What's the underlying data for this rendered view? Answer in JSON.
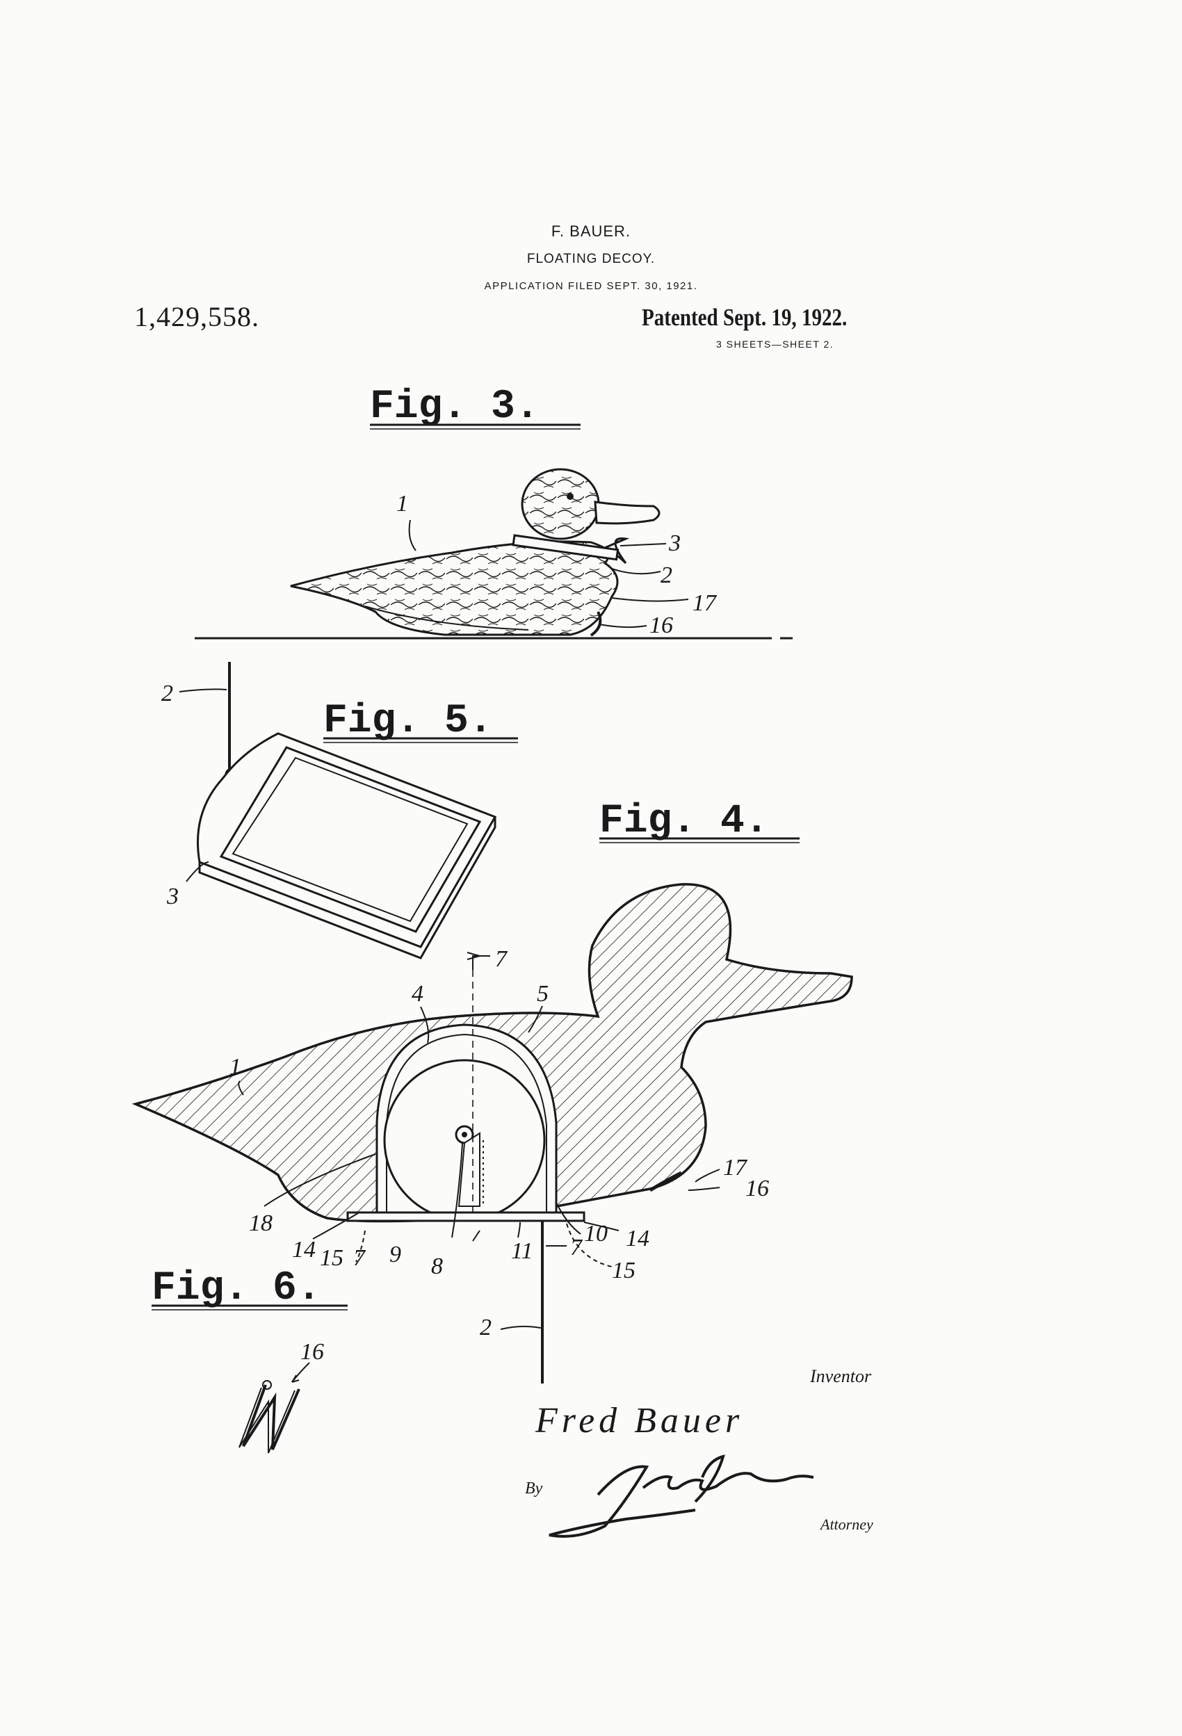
{
  "header": {
    "inventor": "F. BAUER.",
    "title": "FLOATING DECOY.",
    "application_filed": "APPLICATION FILED SEPT. 30, 1921.",
    "patent_number": "1,429,558.",
    "patent_date": "Patented Sept. 19, 1922.",
    "sheets": "3 SHEETS—SHEET 2."
  },
  "figures": {
    "fig3": "Fig. 3.",
    "fig4": "Fig. 4.",
    "fig5": "Fig. 5.",
    "fig6": "Fig. 6."
  },
  "reference_numerals": {
    "fig3": [
      "1",
      "3",
      "2",
      "17",
      "16"
    ],
    "fig5": [
      "2",
      "3"
    ],
    "fig4": [
      "7",
      "4",
      "5",
      "1",
      "17",
      "16",
      "18",
      "14",
      "15",
      "7",
      "9",
      "8",
      "11",
      "10",
      "14",
      "7",
      "15",
      "2"
    ],
    "fig6": [
      "16"
    ]
  },
  "signature": {
    "inventor_caption": "Inventor",
    "inventor_signature": "Fred Bauer",
    "by": "By",
    "attorney_caption": "Attorney"
  },
  "colors": {
    "ink": "#1a1a1a",
    "paper": "#fbfbf9"
  }
}
